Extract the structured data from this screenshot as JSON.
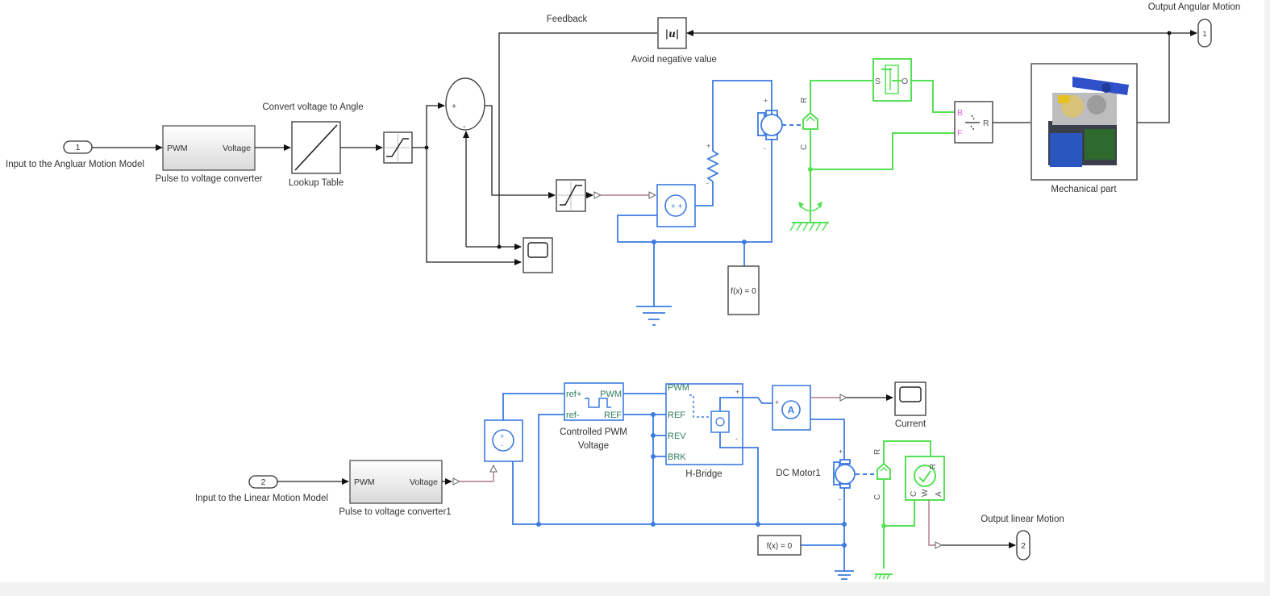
{
  "model": {
    "angular": {
      "inport": {
        "number": "1",
        "label": "Input to the Angluar Motion Model"
      },
      "pulse_converter": {
        "label": "Pulse to voltage converter",
        "in_port": "PWM",
        "out_port": "Voltage"
      },
      "lookup_table": {
        "label": "Lookup Table",
        "annotation": "Convert voltage to Angle"
      },
      "sum_signs": {
        "plus": "+",
        "minus": "-"
      },
      "abs_block": {
        "symbol": "|u|",
        "label": "Avoid negative value"
      },
      "feedback_label": "Feedback",
      "solver_block": {
        "label": "f(x) = 0"
      },
      "motor_ports": {
        "plus": "+",
        "minus": "-"
      },
      "rotational_ports": {
        "r": "R",
        "c": "C"
      },
      "gear_ports": {
        "s": "S",
        "o": "O"
      },
      "interface_ports": {
        "b": "B",
        "f": "F",
        "r": "R"
      },
      "mechanical": {
        "label": "Mechanical part"
      },
      "outport": {
        "number": "1",
        "label": "Output Angular Motion"
      }
    },
    "linear": {
      "inport": {
        "number": "2",
        "label": "Input to the Linear Motion Model"
      },
      "pulse_converter": {
        "label": "Pulse to voltage converter1",
        "in_port": "PWM",
        "out_port": "Voltage"
      },
      "pwm_voltage": {
        "label_line1": "Controlled PWM",
        "label_line2": "Voltage",
        "ports": {
          "ref_plus": "ref+",
          "ref_minus": "ref-",
          "pwm": "PWM",
          "ref": "REF"
        }
      },
      "h_bridge": {
        "label": "H-Bridge",
        "ports": {
          "pwm": "PWM",
          "ref": "REF",
          "rev": "REV",
          "brk": "BRK",
          "plus": "+",
          "minus": "-"
        }
      },
      "ammeter": {
        "symbol": "A",
        "plus": "+"
      },
      "scope": {
        "label": "Current"
      },
      "dc_motor": {
        "label": "DC Motor1"
      },
      "solver_block": {
        "label": "f(x) = 0"
      },
      "rotational_ports": {
        "r": "R",
        "c": "C"
      },
      "sensor_ports": {
        "r": "R",
        "c": "C",
        "w": "W",
        "a": "A"
      },
      "outport": {
        "number": "2",
        "label": "Output linear Motion"
      }
    },
    "colors": {
      "signal": "#222222",
      "electrical": "#3c7be0",
      "mechanical": "#55e055",
      "physical_signal": "#b07a8f",
      "interface_port": "#e060e0"
    }
  }
}
